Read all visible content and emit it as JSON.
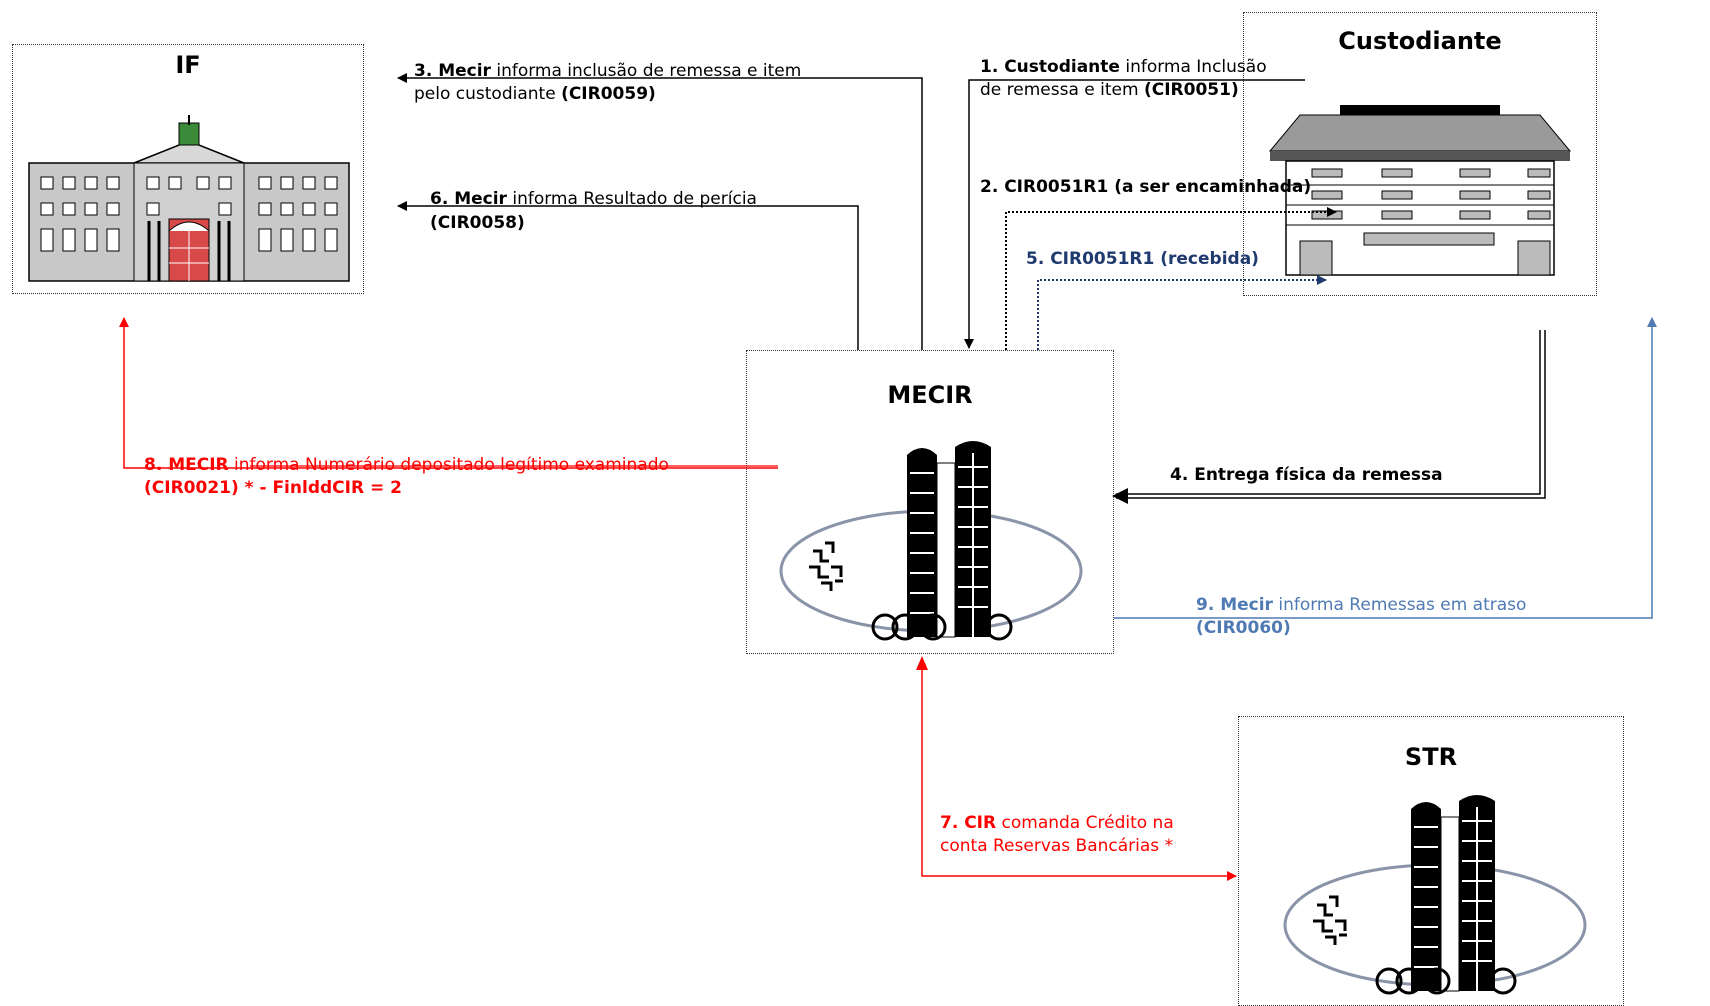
{
  "nodes": {
    "if_title": "IF",
    "custodiante_title": "Custodiante",
    "mecir_title": "MECIR",
    "str_title": "STR"
  },
  "flows": {
    "f1_bold": "1. Custodiante",
    "f1_rest": "  informa Inclusão",
    "f1_line2_pre": "de remessa e item ",
    "f1_code": "(CIR0051)",
    "f2": "2. CIR0051R1 (a ser encaminhada)",
    "f3_bold": "3. Mecir",
    "f3_rest": " informa inclusão de remessa e item",
    "f3_line2_pre": "pelo custodiante  ",
    "f3_code": "(CIR0059)",
    "f4": "4. Entrega física da remessa",
    "f5": "5. CIR0051R1 (recebida)",
    "f6_bold": "6. Mecir",
    "f6_rest": " informa Resultado de perícia",
    "f6_code": "(CIR0058)",
    "f7_bold": "7.  CIR",
    "f7_rest": "  comanda  Crédito  na",
    "f7_line2": "conta Reservas Bancárias *",
    "f8_bold": "8. MECIR",
    "f8_rest": " informa Numerário depositado legítimo examinado",
    "f8_line2": "(CIR0021) *  - FinlddCIR = 2",
    "f9_bold": "9. Mecir",
    "f9_rest": " informa Remessas em atraso",
    "f9_code": "(CIR0060)"
  },
  "colors": {
    "black": "#000000",
    "red": "#ff0000",
    "navy": "#1f3a6e",
    "steel": "#4f7ab4"
  }
}
